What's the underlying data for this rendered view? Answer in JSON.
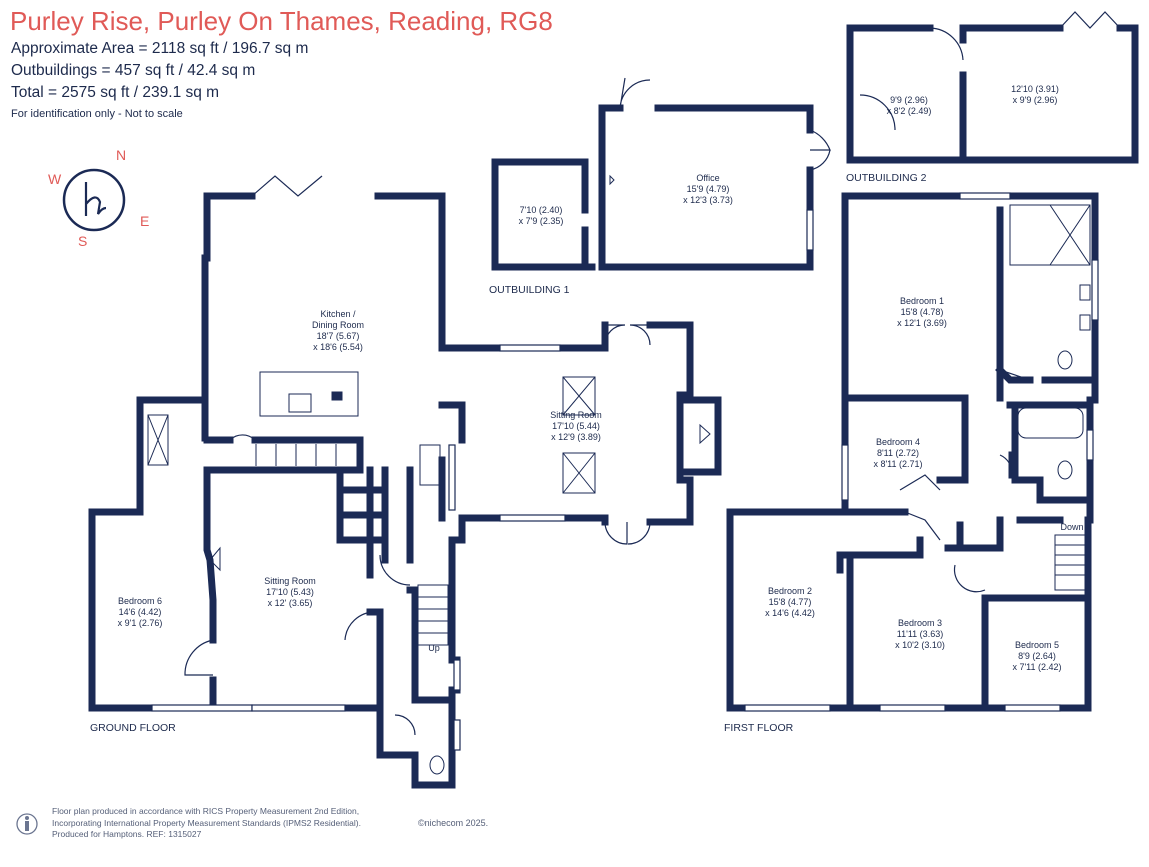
{
  "header": {
    "title": "Purley Rise, Purley On Thames, Reading, RG8",
    "area_main": "Approximate Area = 2118 sq ft / 196.7 sq m",
    "area_outbuildings": "Outbuildings = 457 sq ft / 42.4 sq m",
    "area_total": "Total = 2575 sq ft / 239.1 sq m",
    "note": "For identification only - Not to scale"
  },
  "compass": {
    "n": "N",
    "e": "E",
    "s": "S",
    "w": "W"
  },
  "floors": {
    "ground": "GROUND FLOOR",
    "first": "FIRST FLOOR",
    "outbuilding1": "OUTBUILDING 1",
    "outbuilding2": "OUTBUILDING 2"
  },
  "rooms": {
    "kitchen": {
      "name1": "Kitchen /",
      "name2": "Dining Room",
      "dim1": "18'7 (5.67)",
      "dim2": "x 18'6 (5.54)"
    },
    "sitting_ground": {
      "name": "Sitting Room",
      "dim1": "17'10 (5.43)",
      "dim2": "x 12' (3.65)"
    },
    "sitting_main": {
      "name": "Sitting Room",
      "dim1": "17'10 (5.44)",
      "dim2": "x 12'9 (3.89)"
    },
    "bedroom6": {
      "name": "Bedroom 6",
      "dim1": "14'6 (4.42)",
      "dim2": "x 9'1 (2.76)"
    },
    "office": {
      "name": "Office",
      "dim1": "15'9 (4.79)",
      "dim2": "x 12'3 (3.73)"
    },
    "ob1_store": {
      "dim1": "7'10 (2.40)",
      "dim2": "x 7'9 (2.35)"
    },
    "ob2_left": {
      "dim1": "9'9 (2.96)",
      "dim2": "x 8'2 (2.49)"
    },
    "ob2_right": {
      "dim1": "12'10 (3.91)",
      "dim2": "x 9'9 (2.96)"
    },
    "bedroom1": {
      "name": "Bedroom 1",
      "dim1": "15'8 (4.78)",
      "dim2": "x 12'1 (3.69)"
    },
    "bedroom4": {
      "name": "Bedroom 4",
      "dim1": "8'11 (2.72)",
      "dim2": "x 8'11 (2.71)"
    },
    "bedroom2": {
      "name": "Bedroom 2",
      "dim1": "15'8 (4.77)",
      "dim2": "x 14'6 (4.42)"
    },
    "bedroom3": {
      "name": "Bedroom 3",
      "dim1": "11'11 (3.63)",
      "dim2": "x 10'2 (3.10)"
    },
    "bedroom5": {
      "name": "Bedroom 5",
      "dim1": "8'9 (2.64)",
      "dim2": "x 7'11 (2.42)"
    }
  },
  "stairs": {
    "up": "Up",
    "down": "Down"
  },
  "footer": {
    "line1": "Floor plan produced in accordance with RICS Property Measurement 2nd Edition,",
    "line2": "Incorporating International Property Measurement Standards (IPMS2 Residential).",
    "line3": "Produced for Hamptons.   REF:  1315027",
    "credit": "©nichecom 2025."
  },
  "colors": {
    "wall": "#1b2a55",
    "title": "#e05a57",
    "text": "#1d2a4c"
  }
}
